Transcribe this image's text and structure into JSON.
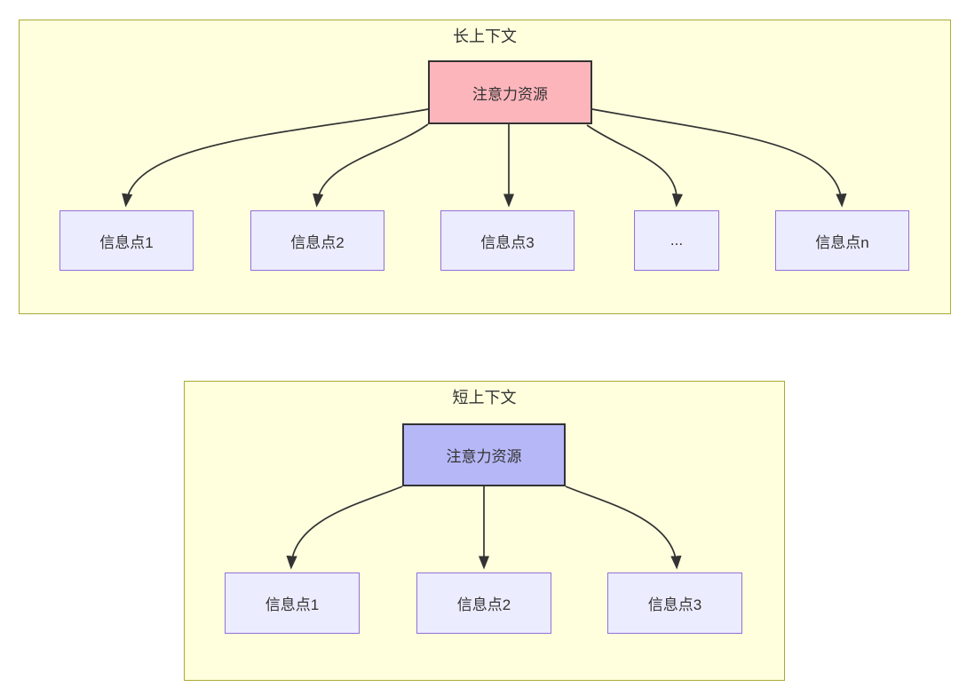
{
  "diagram": {
    "long_context": {
      "title": "长上下文",
      "attention_node": "注意力资源",
      "info_nodes": [
        "信息点1",
        "信息点2",
        "信息点3",
        "...",
        "信息点n"
      ]
    },
    "short_context": {
      "title": "短上下文",
      "attention_node": "注意力资源",
      "info_nodes": [
        "信息点1",
        "信息点2",
        "信息点3"
      ]
    },
    "colors": {
      "container_fill": "#ffffde",
      "container_border": "#aaaa33",
      "attention_long_fill": "#fdb5bc",
      "attention_short_fill": "#b6b7f6",
      "attention_border": "#333333",
      "info_fill": "#ececff",
      "info_border": "#9370db",
      "arrow": "#333333",
      "text": "#333333"
    }
  }
}
